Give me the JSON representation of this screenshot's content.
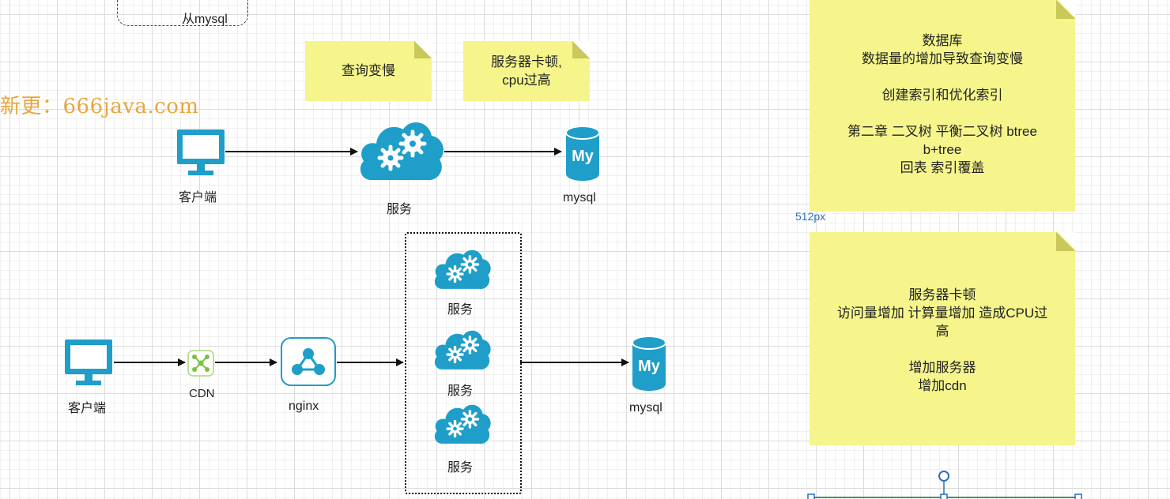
{
  "canvas": {
    "grid_background": "#ffffff",
    "accent_color": "#1f9ec9",
    "note_color": "#f5f58c",
    "edge_color": "#111111"
  },
  "watermark": {
    "text": "新更：666java.com",
    "color": "#e8a63d"
  },
  "top_group": {
    "label": "从mysql"
  },
  "diagram1": {
    "client_label": "客户端",
    "service_label": "服务",
    "db_label": "mysql",
    "db_icon_text": "My",
    "note_slow_query": "查询变慢",
    "note_cpu": "服务器卡顿,\ncpu过高"
  },
  "diagram2": {
    "client_label": "客户端",
    "cdn_label": "CDN",
    "nginx_label": "nginx",
    "services": [
      {
        "label": "服务"
      },
      {
        "label": "服务"
      },
      {
        "label": "服务"
      }
    ],
    "db_label": "mysql",
    "db_icon_text": "My"
  },
  "notes_right": [
    {
      "text": "数据库\n数据量的增加导致查询变慢\n\n创建索引和优化索引\n\n第二章 二叉树 平衡二叉树 btree\nb+tree\n回表 索引覆盖"
    },
    {
      "text": "服务器卡顿\n访问量增加 计算量增加 造成CPU过\n高\n\n增加服务器\n增加cdn"
    }
  ],
  "dimension_label": "512px"
}
